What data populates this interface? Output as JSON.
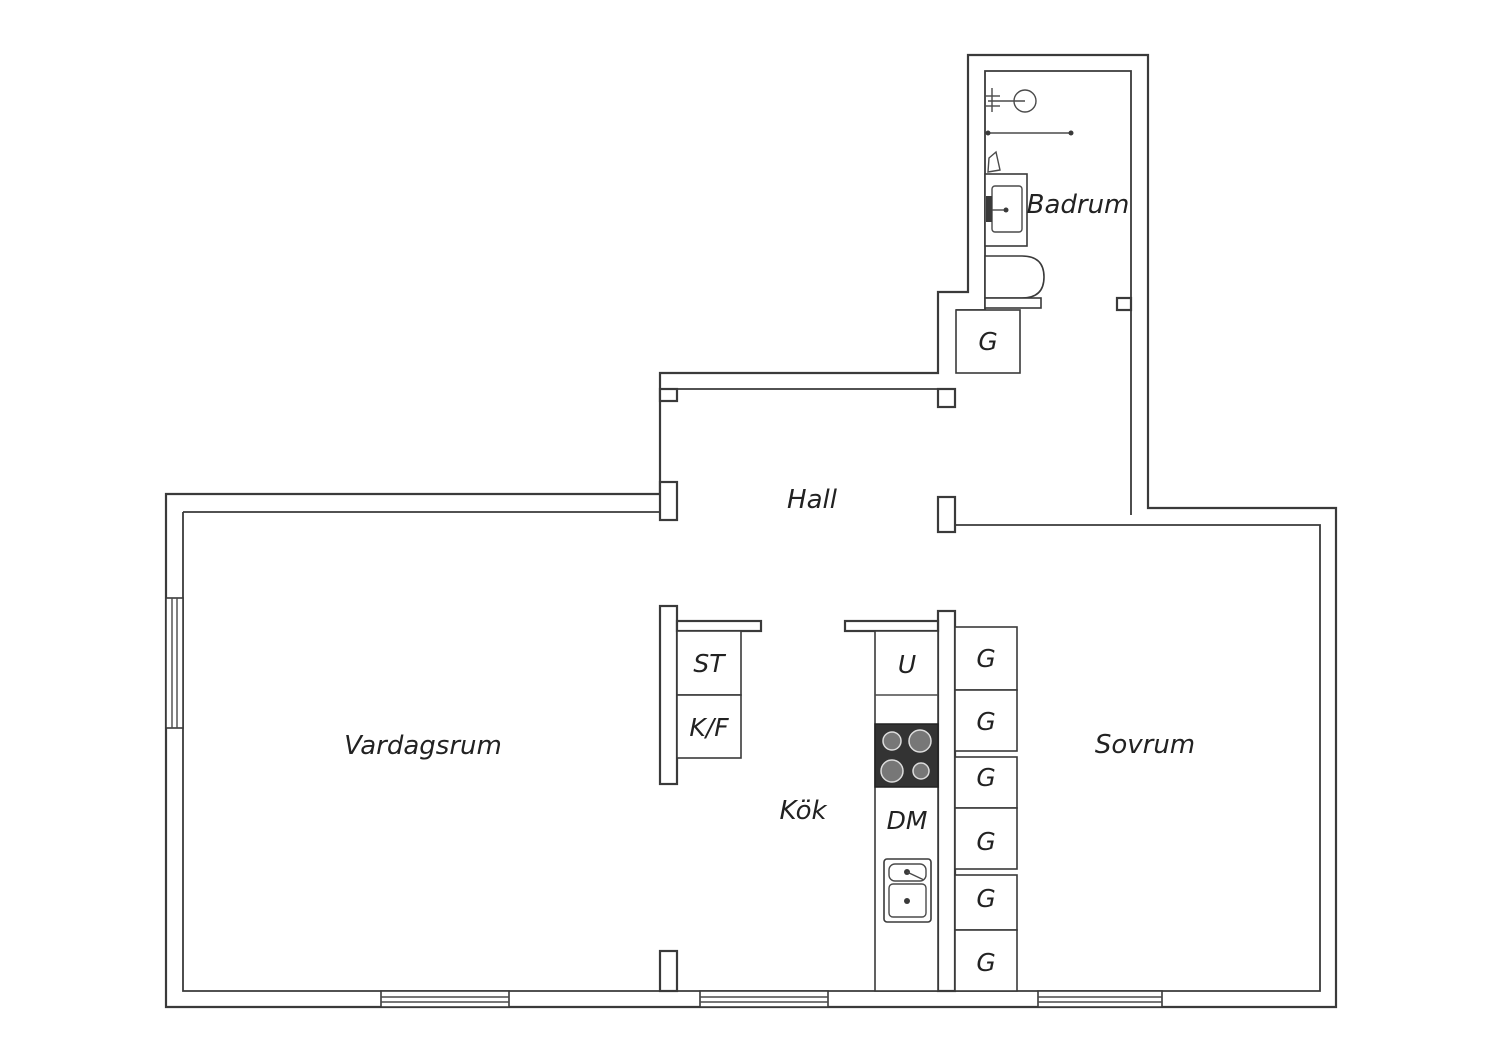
{
  "rooms": {
    "badrum": "Badrum",
    "hall": "Hall",
    "vardagsrum": "Vardagsrum",
    "kok": "Kök",
    "sovrum": "Sovrum"
  },
  "units": {
    "hall_closet": "G",
    "st": "ST",
    "kf": "K/F",
    "u": "U",
    "dm": "DM",
    "wardrobes": [
      "G",
      "G",
      "G",
      "G",
      "G",
      "G"
    ]
  },
  "colors": {
    "wall": "#3a3a3a",
    "hob": "#333333",
    "background": "#ffffff"
  }
}
